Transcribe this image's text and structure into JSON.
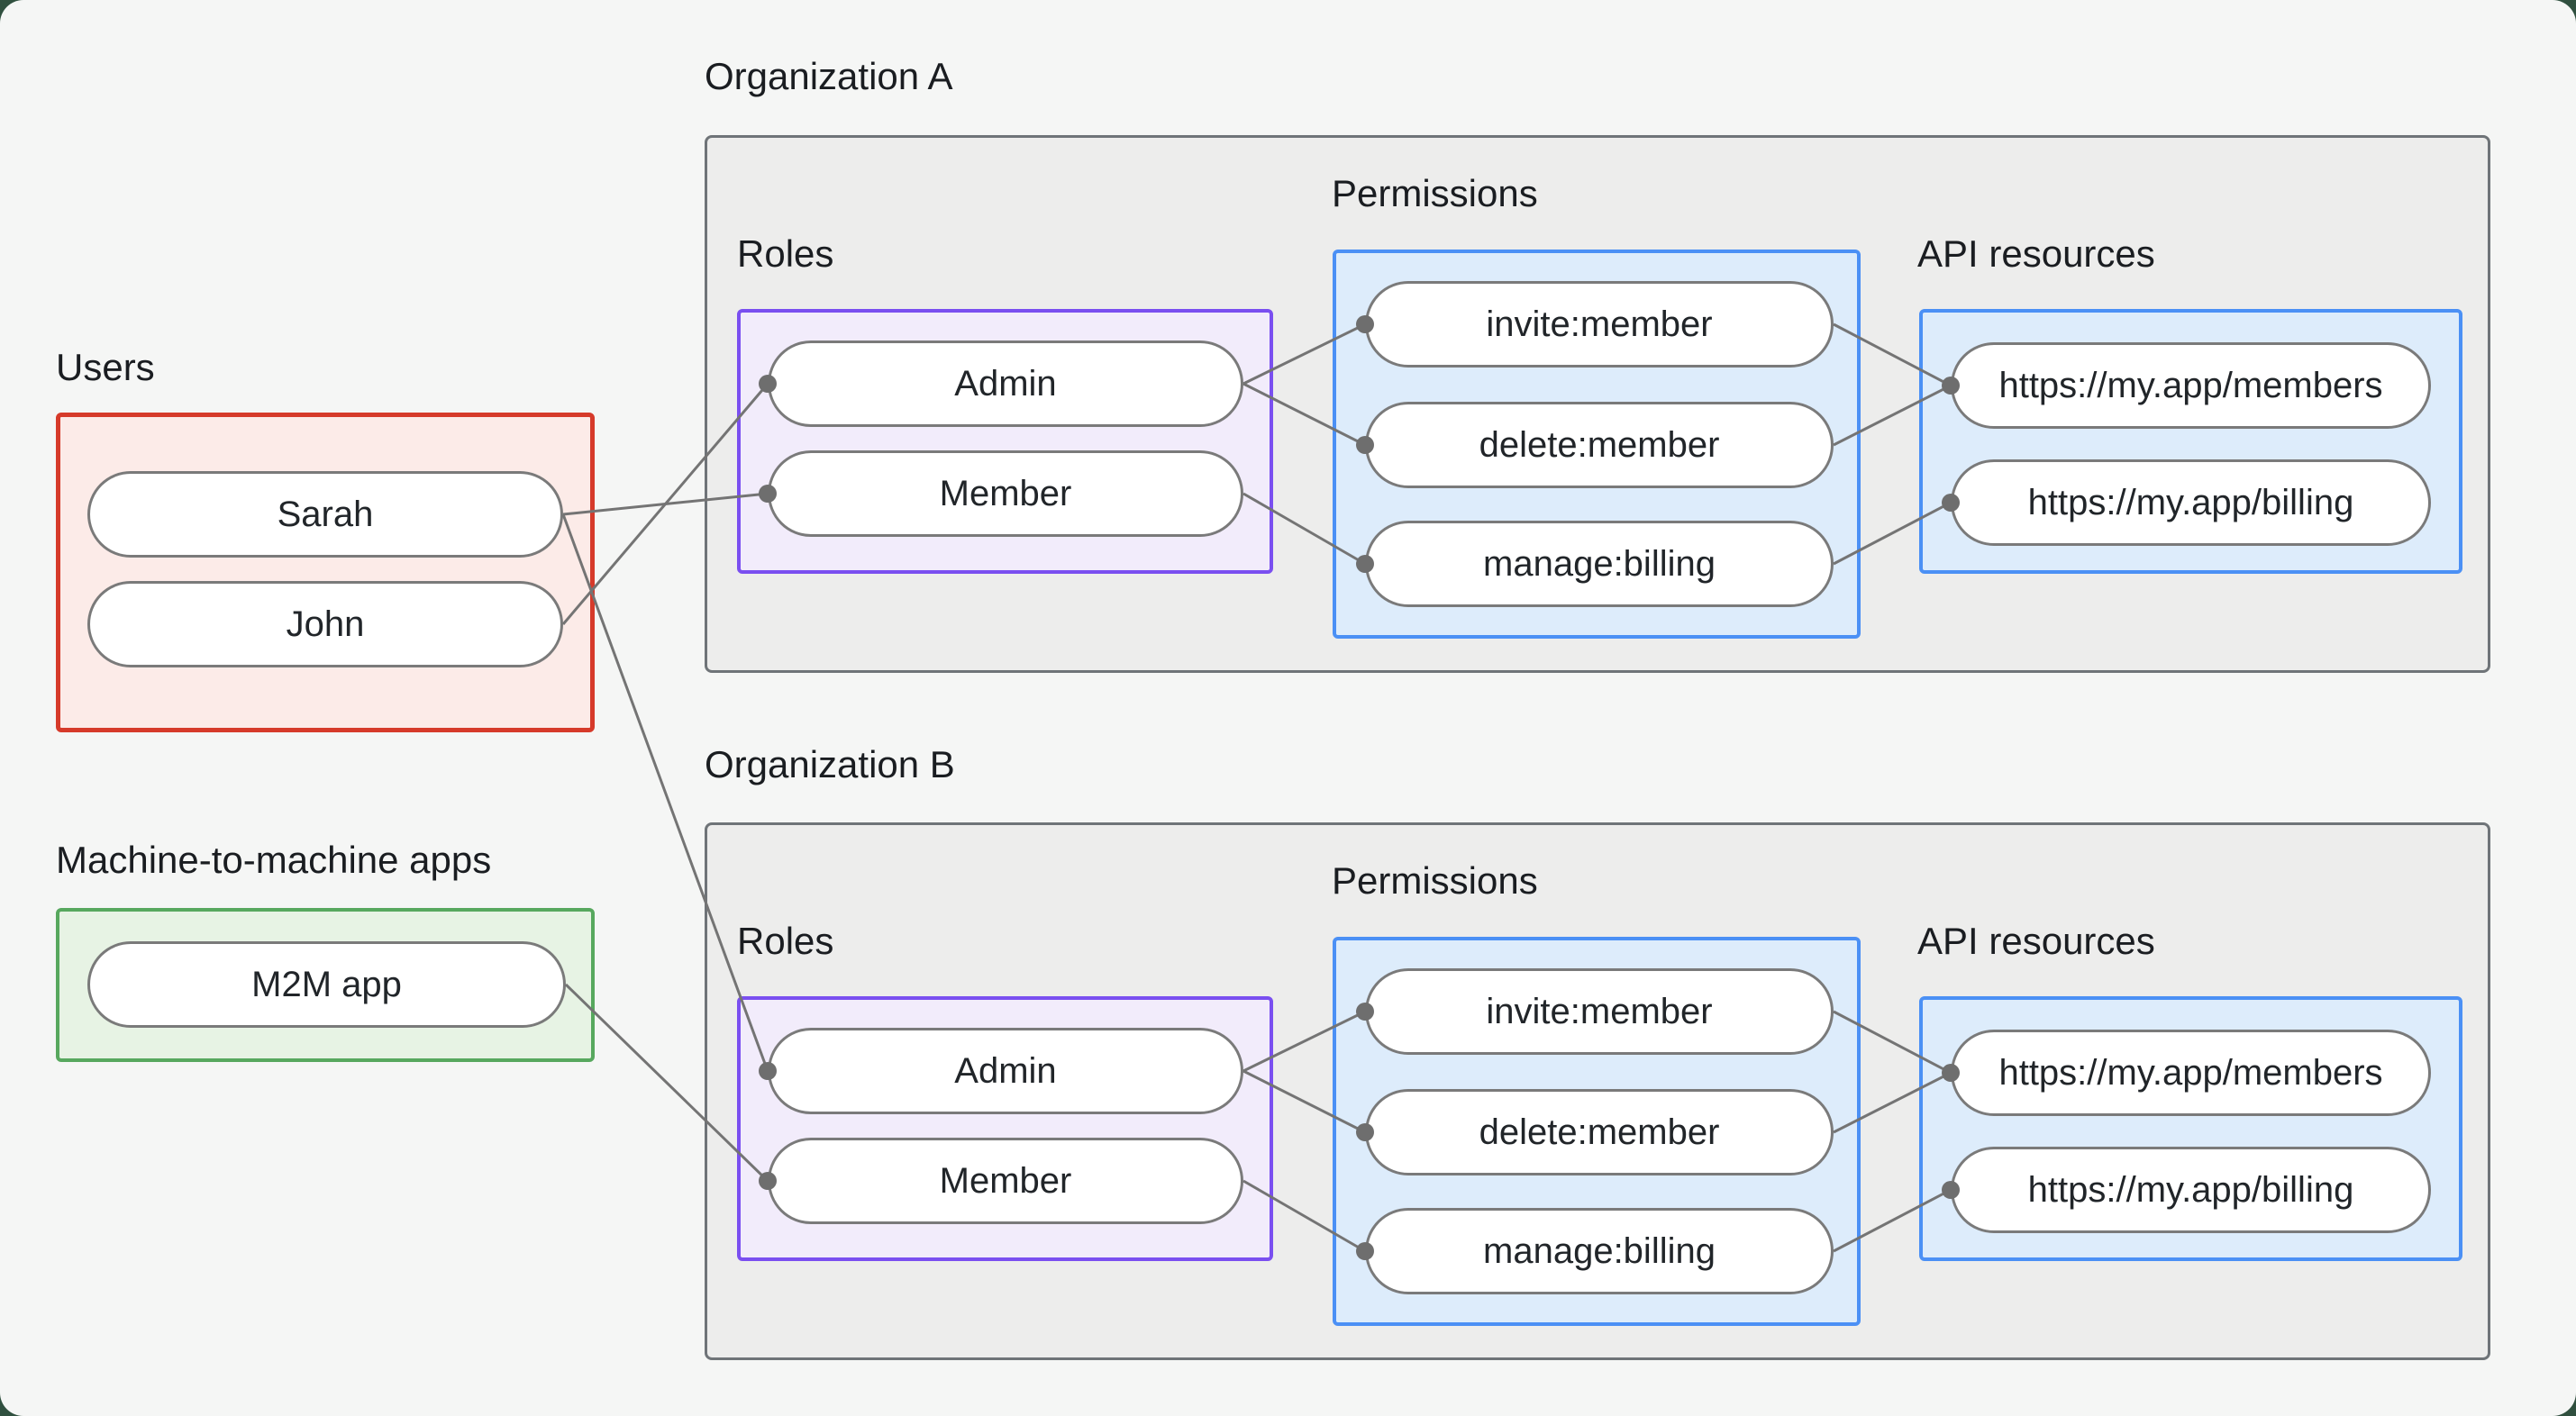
{
  "users_section": {
    "label": "Users",
    "items": [
      "Sarah",
      "John"
    ]
  },
  "m2m_section": {
    "label": "Machine-to-machine apps",
    "items": [
      "M2M app"
    ]
  },
  "organizations": [
    {
      "title": "Organization A",
      "roles_label": "Roles",
      "roles": [
        "Admin",
        "Member"
      ],
      "permissions_label": "Permissions",
      "permissions": [
        "invite:member",
        "delete:member",
        "manage:billing"
      ],
      "api_label": "API resources",
      "api_resources": [
        "https://my.app/members",
        "https://my.app/billing"
      ]
    },
    {
      "title": "Organization B",
      "roles_label": "Roles",
      "roles": [
        "Admin",
        "Member"
      ],
      "permissions_label": "Permissions",
      "permissions": [
        "invite:member",
        "delete:member",
        "manage:billing"
      ],
      "api_label": "API resources",
      "api_resources": [
        "https://my.app/members",
        "https://my.app/billing"
      ]
    }
  ],
  "edges": [
    {
      "from": "sarah",
      "to": "a-member"
    },
    {
      "from": "john",
      "to": "a-admin"
    },
    {
      "from": "sarah",
      "to": "b-admin"
    },
    {
      "from": "m2m",
      "to": "b-member"
    },
    {
      "from": "a-admin",
      "to": "a-invite"
    },
    {
      "from": "a-admin",
      "to": "a-delete"
    },
    {
      "from": "a-member",
      "to": "a-manage"
    },
    {
      "from": "a-invite",
      "to": "a-members"
    },
    {
      "from": "a-delete",
      "to": "a-members"
    },
    {
      "from": "a-manage",
      "to": "a-billing"
    },
    {
      "from": "b-admin",
      "to": "b-invite"
    },
    {
      "from": "b-admin",
      "to": "b-delete"
    },
    {
      "from": "b-member",
      "to": "b-manage"
    },
    {
      "from": "b-invite",
      "to": "b-members"
    },
    {
      "from": "b-delete",
      "to": "b-members"
    },
    {
      "from": "b-manage",
      "to": "b-billing"
    }
  ],
  "colors": {
    "page_bg": "#f5f6f5",
    "frame": "#30503f",
    "org_box_fill": "#ededec",
    "org_box_border": "#6f7478",
    "users_fill": "#fcebe8",
    "users_border": "#d63a2a",
    "m2m_fill": "#e7f3e4",
    "m2m_border": "#57a85e",
    "roles_fill": "#f2ecfb",
    "roles_border": "#7a4ff0",
    "permissions_fill": "#ddecfb",
    "permissions_border": "#4b90f5",
    "pill_border": "#7a7a7a",
    "connector_line": "#747474",
    "connector_dot": "#6e6e6e",
    "text": "#1a1d21"
  }
}
